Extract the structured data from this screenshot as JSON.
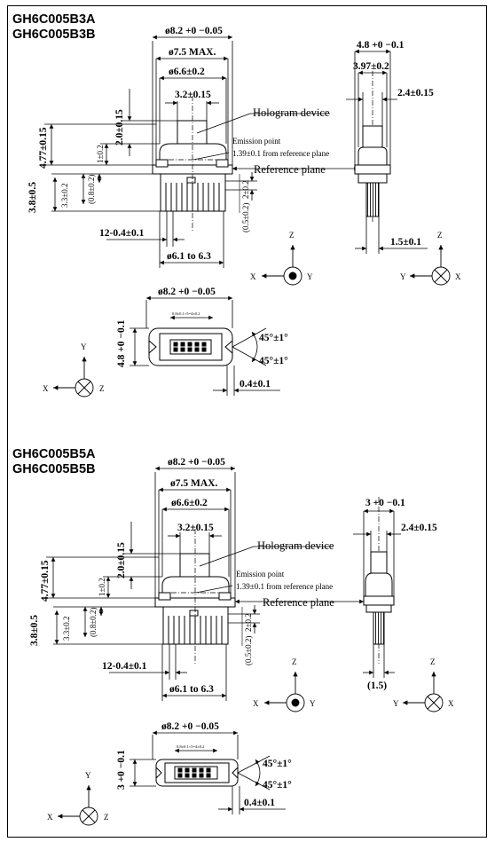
{
  "section_a": {
    "models": [
      "GH6C005B3A",
      "GH6C005B3B"
    ],
    "dims": {
      "width_outer": "ø8.2 +0 −0.05",
      "width_max": "ø7.5 MAX.",
      "width_body": "ø6.6±0.2",
      "width_holo": "3.2±0.15",
      "height_holo": "2.0±0.15",
      "height_total": "4.77±0.15",
      "height_emission": "1±0.2",
      "lower_total": "3.8±0.5",
      "lower_a": "3.3±0.2",
      "lower_b": "(0.8±0.2)",
      "right_small": "2±0.2",
      "right_small2": "(0.5±0.2)",
      "pin_pitch": "12-0.4±0.1",
      "pin_range": "ø6.1 to 6.3",
      "side_top": "4.8 +0 −0.1",
      "side_mid": "3.97±0.2",
      "side_right": "2.4±0.15",
      "side_bottom": "1.5±0.1",
      "bottom_width": "ø8.2 +0 −0.05",
      "bottom_pitch": "0.8±0.1×5=4±0.2",
      "bottom_height": "4.8 +0 −0.1",
      "angle_a": "45°±1°",
      "angle_b": "45°±1°",
      "bottom_small": "0.4±0.1"
    }
  },
  "section_b": {
    "models": [
      "GH6C005B5A",
      "GH6C005B5B"
    ],
    "dims": {
      "width_outer": "ø8.2 +0 −0.05",
      "width_max": "ø7.5 MAX.",
      "width_body": "ø6.6±0.2",
      "width_holo": "3.2±0.15",
      "height_holo": "2.0±0.15",
      "height_total": "4.77±0.15",
      "height_emission": "1±0.2",
      "lower_total": "3.8±0.5",
      "lower_a": "3.3±0.2",
      "lower_b": "(0.8±0.2)",
      "right_small": "2±0.2",
      "right_small2": "(0.5±0.2)",
      "pin_pitch": "12-0.4±0.1",
      "pin_range": "ø6.1 to 6.3",
      "side_top": "3 +0 −0.1",
      "side_right": "2.4±0.15",
      "side_bottom": "(1.5)",
      "bottom_width": "ø8.2 +0 −0.05",
      "bottom_pitch": "0.8±0.1×5=4±0.2",
      "bottom_height": "3 +0 −0.1",
      "angle_a": "45°±1°",
      "angle_b": "45°±1°",
      "bottom_small": "0.4±0.1"
    }
  },
  "labels": {
    "hologram": "Hologram device",
    "emission": "Emission point",
    "emission_val": "1.39±0.1 from reference plane",
    "reference": "Reference plane"
  },
  "axes": {
    "x": "X",
    "y": "Y",
    "z": "Z"
  }
}
